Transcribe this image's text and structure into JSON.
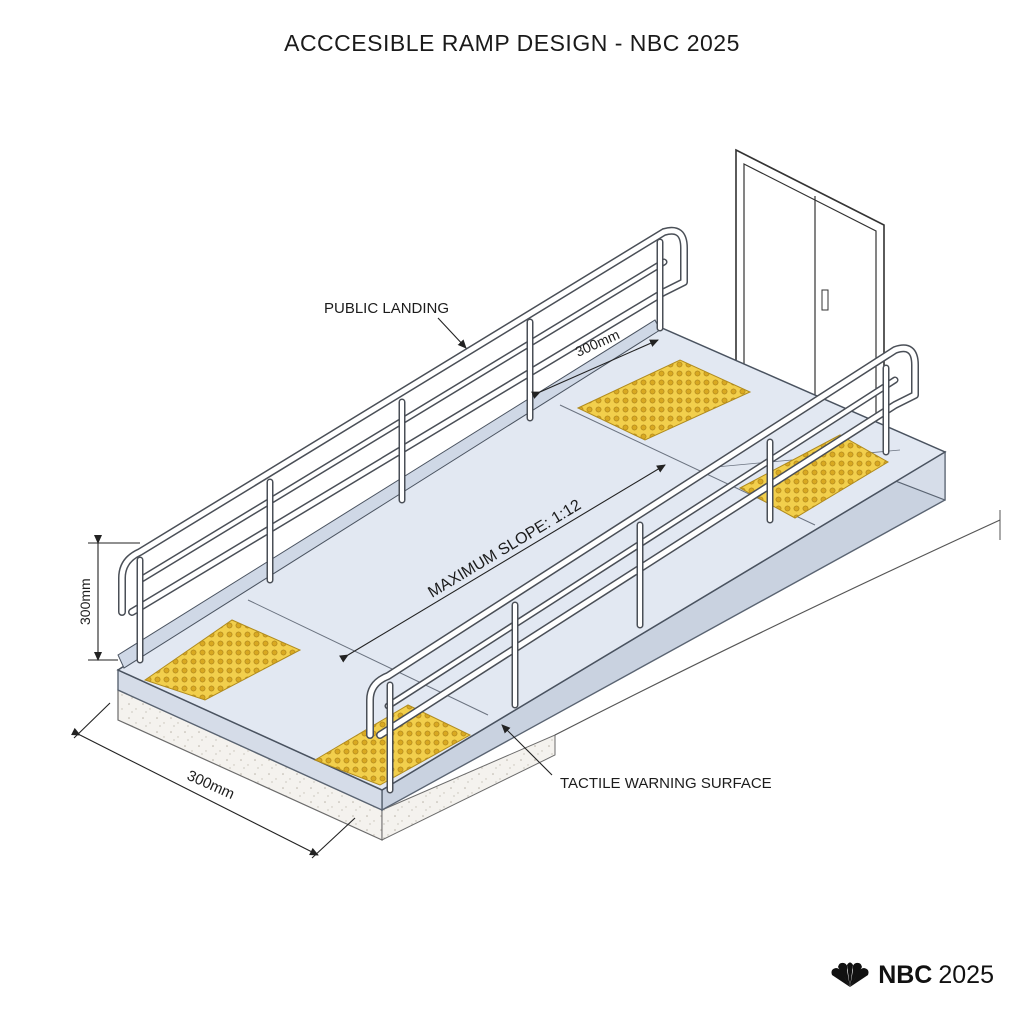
{
  "title": "ACCCESIBLE RAMP DESIGN - NBC 2025",
  "labels": {
    "public_landing": "PUBLIC LANDING",
    "top_dimension": "300mm",
    "maximum_slope": "MAXIMUM SLOPE: 1:12",
    "left_dimension": "300mm",
    "bottom_dimension": "300mm",
    "tactile_warning": "TACTILE WARNING SURFACE"
  },
  "brand": {
    "logo_icon": "peacock-logo-icon",
    "name": "NBC",
    "year": "2025"
  },
  "colors": {
    "ramp_surface": "#e2e8f2",
    "ramp_edge": "#c5cfde",
    "tactile_yellow": "#f2cf4c",
    "line": "#3a3f47",
    "railing": "#ffffff"
  }
}
